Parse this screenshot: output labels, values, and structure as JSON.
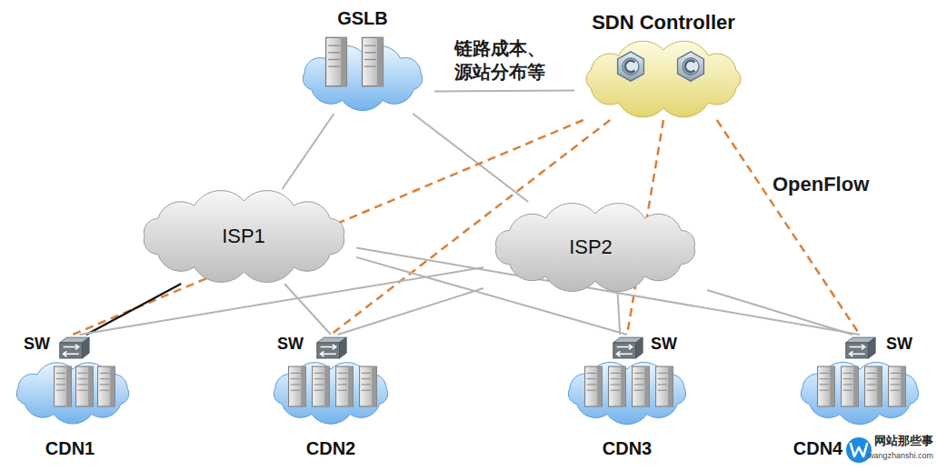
{
  "diagram": {
    "nodes": [
      {
        "text": [
          "GSLB"
        ]
      },
      {
        "text": [
          "SDN Controller"
        ]
      },
      {
        "text": [
          "ISP1"
        ]
      },
      {
        "text": [
          "ISP2"
        ]
      },
      {
        "text": [
          "CDN1"
        ]
      },
      {
        "text": [
          "CDN2"
        ]
      },
      {
        "text": [
          "CDN3"
        ]
      },
      {
        "text": [
          "CDN4"
        ]
      }
    ],
    "edges": [
      {
        "from": 0,
        "to": 1,
        "arrow": "none",
        "label": "链路成本、 源站分布等"
      },
      {
        "from": 0,
        "to": 2,
        "arrow": "none"
      },
      {
        "from": 0,
        "to": 3,
        "arrow": "none"
      },
      {
        "from": 1,
        "to": 4,
        "arrow": "none"
      },
      {
        "from": 1,
        "to": 5,
        "arrow": "none"
      },
      {
        "from": 1,
        "to": 6,
        "arrow": "none"
      },
      {
        "from": 1,
        "to": 7,
        "arrow": "none",
        "label": "OpenFlow"
      },
      {
        "from": 2,
        "to": 4,
        "arrow": "none"
      },
      {
        "from": 2,
        "to": 5,
        "arrow": "none"
      },
      {
        "from": 2,
        "to": 6,
        "arrow": "none"
      },
      {
        "from": 2,
        "to": 7,
        "arrow": "none"
      },
      {
        "from": 3,
        "to": 4,
        "arrow": "none"
      },
      {
        "from": 3,
        "to": 5,
        "arrow": "none"
      },
      {
        "from": 3,
        "to": 6,
        "arrow": "none"
      },
      {
        "from": 3,
        "to": 7,
        "arrow": "none"
      }
    ],
    "labels": [
      "SW",
      "SW",
      "SW",
      "SW",
      "网站那些事",
      "wangzhanshi.com"
    ]
  }
}
